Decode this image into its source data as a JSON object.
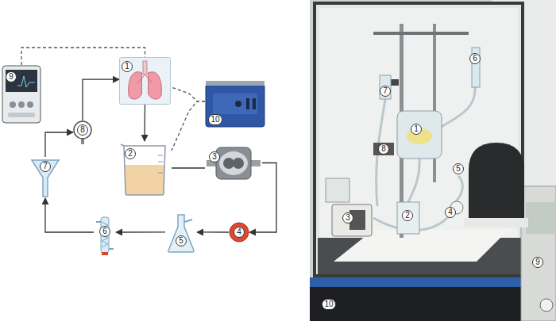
{
  "diagram": {
    "nodes": [
      {
        "text": [
          "1"
        ]
      },
      {
        "text": [
          "2"
        ]
      },
      {
        "text": [
          "3"
        ]
      },
      {
        "text": [
          "4"
        ]
      },
      {
        "text": [
          "5"
        ]
      },
      {
        "text": [
          "6"
        ]
      },
      {
        "text": [
          "7"
        ]
      },
      {
        "text": [
          "8"
        ]
      },
      {
        "text": [
          "9"
        ]
      },
      {
        "text": [
          "10"
        ]
      }
    ],
    "edges": [
      {
        "from": 0,
        "to": 1,
        "arrow": "to"
      },
      {
        "from": 1,
        "to": 2,
        "arrow": "none"
      },
      {
        "from": 2,
        "to": 3,
        "arrow": "to"
      },
      {
        "from": 3,
        "to": 4,
        "arrow": "to"
      },
      {
        "from": 4,
        "to": 5,
        "arrow": "to"
      },
      {
        "from": 5,
        "to": 6,
        "arrow": "to"
      },
      {
        "from": 6,
        "to": 7,
        "arrow": "to"
      },
      {
        "from": 7,
        "to": 0,
        "arrow": "to"
      },
      {
        "from": 8,
        "to": 0,
        "arrow": "none"
      },
      {
        "from": 9,
        "to": 0,
        "arrow": "none"
      },
      {
        "from": 9,
        "to": 1,
        "arrow": "none"
      }
    ],
    "labels": [
      "1",
      "2",
      "3",
      "4",
      "5",
      "6",
      "7",
      "8",
      "9",
      "10"
    ]
  }
}
